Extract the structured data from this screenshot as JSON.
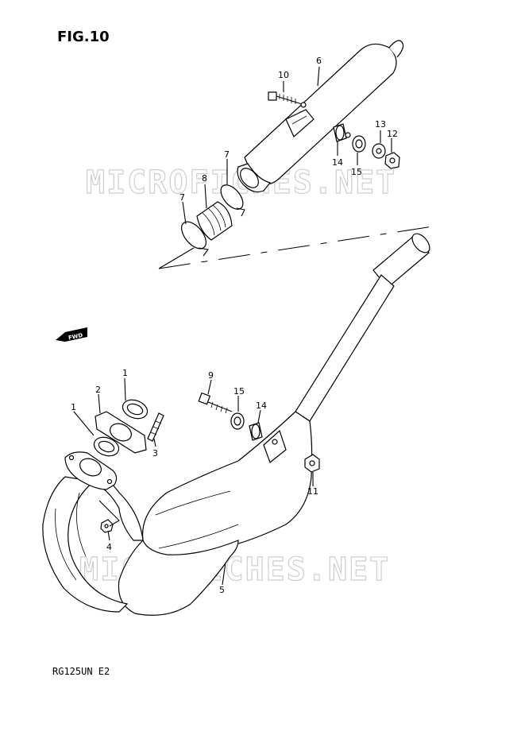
{
  "figure": {
    "title": "FIG.10",
    "model": "RG125UN  E2"
  },
  "watermark": "MICROFICHES.NET",
  "direction_label": "FWD",
  "callouts": {
    "c1a": "1",
    "c1b": "1",
    "c2": "2",
    "c3": "3",
    "c4": "4",
    "c5": "5",
    "c6": "6",
    "c7a": "7",
    "c7b": "7",
    "c8": "8",
    "c9": "9",
    "c10": "10",
    "c11": "11",
    "c12": "12",
    "c13": "13",
    "c14a": "14",
    "c14b": "14",
    "c15a": "15",
    "c15b": "15"
  }
}
